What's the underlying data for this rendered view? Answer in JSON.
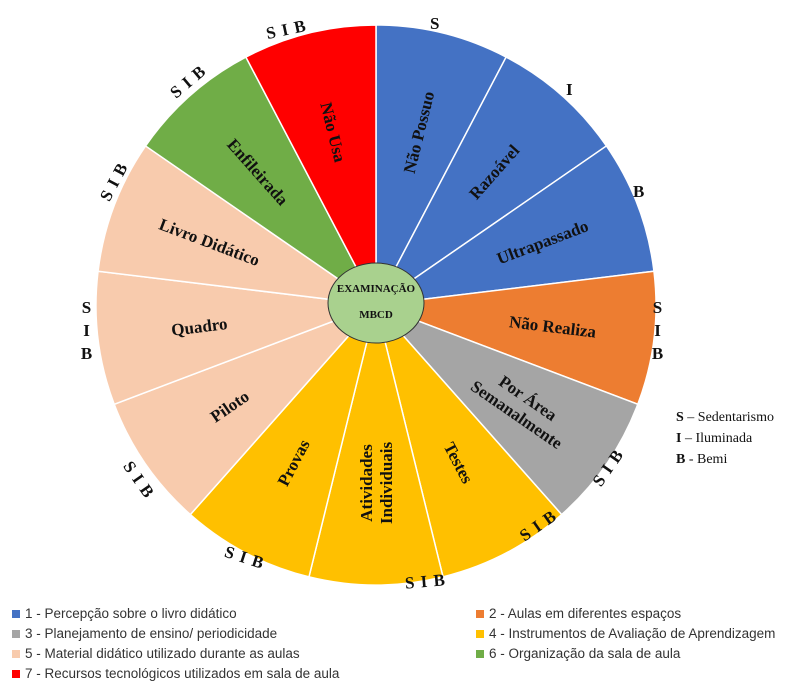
{
  "center": {
    "line1": "EXAMINAÇÃO",
    "line2": "MBCD"
  },
  "colors": {
    "1": "#4472C4",
    "2": "#ED7D31",
    "3": "#A5A5A5",
    "4": "#FFC000",
    "5": "#F8CBAD",
    "6": "#70AD47",
    "7": "#FF0000",
    "center": "#A9D18E"
  },
  "slices": [
    {
      "lines": [
        "Não Possuo"
      ],
      "group": 1
    },
    {
      "lines": [
        "Razoável"
      ],
      "group": 1
    },
    {
      "lines": [
        "Ultrapassado"
      ],
      "group": 1
    },
    {
      "lines": [
        "Não Realiza"
      ],
      "group": 2
    },
    {
      "lines": [
        "Por Área",
        "Semanalmente"
      ],
      "group": 3
    },
    {
      "lines": [
        "Testes"
      ],
      "group": 4
    },
    {
      "lines": [
        "Atividades",
        "Individuais"
      ],
      "group": 4
    },
    {
      "lines": [
        "Provas"
      ],
      "group": 4
    },
    {
      "lines": [
        "Piloto"
      ],
      "group": 5
    },
    {
      "lines": [
        "Quadro"
      ],
      "group": 5
    },
    {
      "lines": [
        "Livro Didático"
      ],
      "group": 5
    },
    {
      "lines": [
        "Enfileirada"
      ],
      "group": 6
    },
    {
      "lines": [
        "Não Usa"
      ],
      "group": 7
    }
  ],
  "outer_labels": {
    "blue_s": "S",
    "blue_i": "I",
    "blue_b": "B",
    "orange": "S\nI\nB",
    "gray": "S I B",
    "yellow_testes": "S I B",
    "yellow_atividades": "S I B",
    "yellow_provas": "S I B",
    "peach_piloto": "S I B",
    "peach_quadro": "S\nI\nB",
    "peach_livro": "S I B",
    "green": "S I B",
    "red": "S I B"
  },
  "key": [
    {
      "letter": "S",
      "text": " – Sedentarismo"
    },
    {
      "letter": "I",
      "text": " – Iluminada"
    },
    {
      "letter": "B",
      "text": " - Bemi"
    }
  ],
  "legend": [
    {
      "label": "1 - Percepção sobre o livro didático",
      "group": 1
    },
    {
      "label": "2 - Aulas em diferentes espaços",
      "group": 2
    },
    {
      "label": "3 - Planejamento de ensino/ periodicidade",
      "group": 3
    },
    {
      "label": "4 - Instrumentos de Avaliação de Aprendizagem",
      "group": 4
    },
    {
      "label": "5 - Material didático utilizado durante as aulas",
      "group": 5
    },
    {
      "label": "6 - Organização da sala de aula",
      "group": 6
    },
    {
      "label": "7 - Recursos tecnológicos utilizados em sala de aula",
      "group": 7
    }
  ]
}
